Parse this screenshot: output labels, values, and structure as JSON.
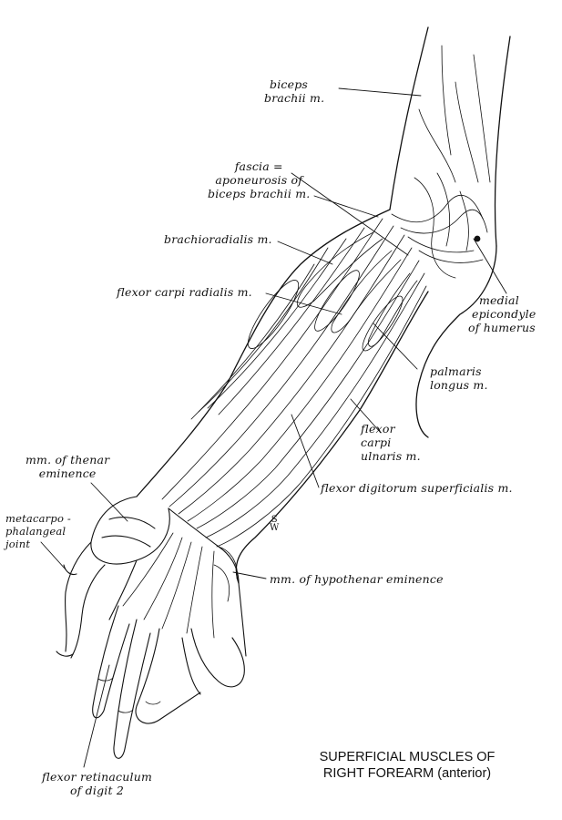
{
  "labels": {
    "biceps": [
      "biceps",
      "brachii m."
    ],
    "fascia": [
      "fascia =",
      "aponeurosis of",
      "biceps brachii m."
    ],
    "brachioradialis": "brachioradialis m.",
    "flexor_carpi_radialis": "flexor carpi radialis m.",
    "medial_epicondyle": [
      "medial",
      "epicondyle",
      "of humerus"
    ],
    "palmaris_longus": [
      "palmaris",
      "longus m."
    ],
    "flexor_carpi_ulnaris": [
      "flexor",
      "carpi",
      "ulnaris m."
    ],
    "flexor_digitorum": "flexor digitorum superficialis m.",
    "thenar": [
      "mm. of thenar",
      "eminence"
    ],
    "metacarpo": [
      "metacarpo -",
      "phalangeal",
      "joint"
    ],
    "hypothenar": "mm. of hypothenar eminence",
    "retinaculum": [
      "flexor retinaculum",
      "of digit 2"
    ]
  },
  "title": [
    "SUPERFICIAL MUSCLES OF",
    "RIGHT FOREARM (anterior)"
  ],
  "signature": [
    "S",
    "W"
  ]
}
